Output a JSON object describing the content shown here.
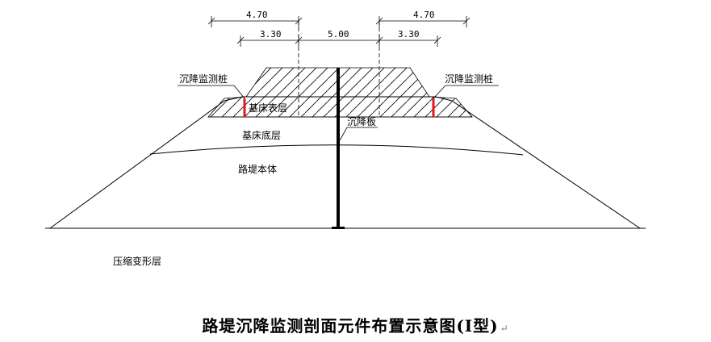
{
  "dimensions": {
    "top_left": "4.70",
    "top_right": "4.70",
    "inner_left": "3.30",
    "center": "5.00",
    "inner_right": "3.30"
  },
  "labels": {
    "settlement_plate_left": "沉降监测桩",
    "settlement_plate_right": "沉降监测桩",
    "base_layer": "基床表层",
    "settlement_rod": "沉降板",
    "base_bottom": "基床底层",
    "embankment_body": "路堤本体",
    "compression_layer": "压缩变形层"
  },
  "caption": {
    "title": "路堤沉降监测剖面元件布置示意图(Ⅰ型)",
    "return_mark": "↵"
  },
  "colors": {
    "line": "#000000",
    "marker": "#e8141b"
  }
}
